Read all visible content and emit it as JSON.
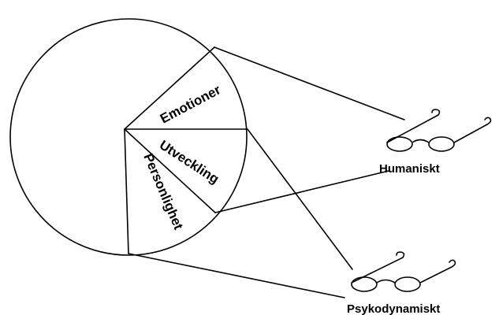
{
  "segments": [
    {
      "key": "emotions",
      "label": "Emotioner"
    },
    {
      "key": "development",
      "label": "Utveckling"
    },
    {
      "key": "personality",
      "label": "Personlighet"
    }
  ],
  "perspectives": [
    {
      "key": "humanistic",
      "label": "Humaniskt",
      "icon": "glasses-icon"
    },
    {
      "key": "psychodynamic",
      "label": "Psykodynamiskt",
      "icon": "glasses-icon"
    }
  ]
}
